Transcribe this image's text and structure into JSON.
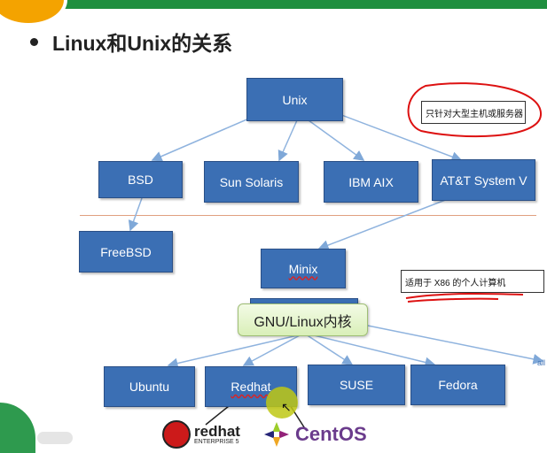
{
  "heading": "Linux和Unix的关系",
  "boxes": {
    "unix": "Unix",
    "bsd": "BSD",
    "sun_solaris": "Sun Solaris",
    "ibm_aix": "IBM AIX",
    "att_system_v": "AT&T System V",
    "freebsd": "FreeBSD",
    "minix": "Minix",
    "kernel": "GNU/Linux内核",
    "ubuntu": "Ubuntu",
    "redhat": "Redhat",
    "suse": "SUSE",
    "fedora": "Fedora"
  },
  "notes": {
    "mainframe": "只针对大型主机或服务器",
    "x86": "适用于 X86 的个人计算机"
  },
  "logos": {
    "redhat_brand": "redhat",
    "redhat_sub": "ENTERPRISE 5",
    "centos": "CentOS",
    "partial_right": "all"
  },
  "colors": {
    "box_fill": "#3b6fb4",
    "kernel_fill": "#e6f5cf",
    "annotation_red": "#dd1111",
    "slide_green": "#2e9a4e"
  }
}
